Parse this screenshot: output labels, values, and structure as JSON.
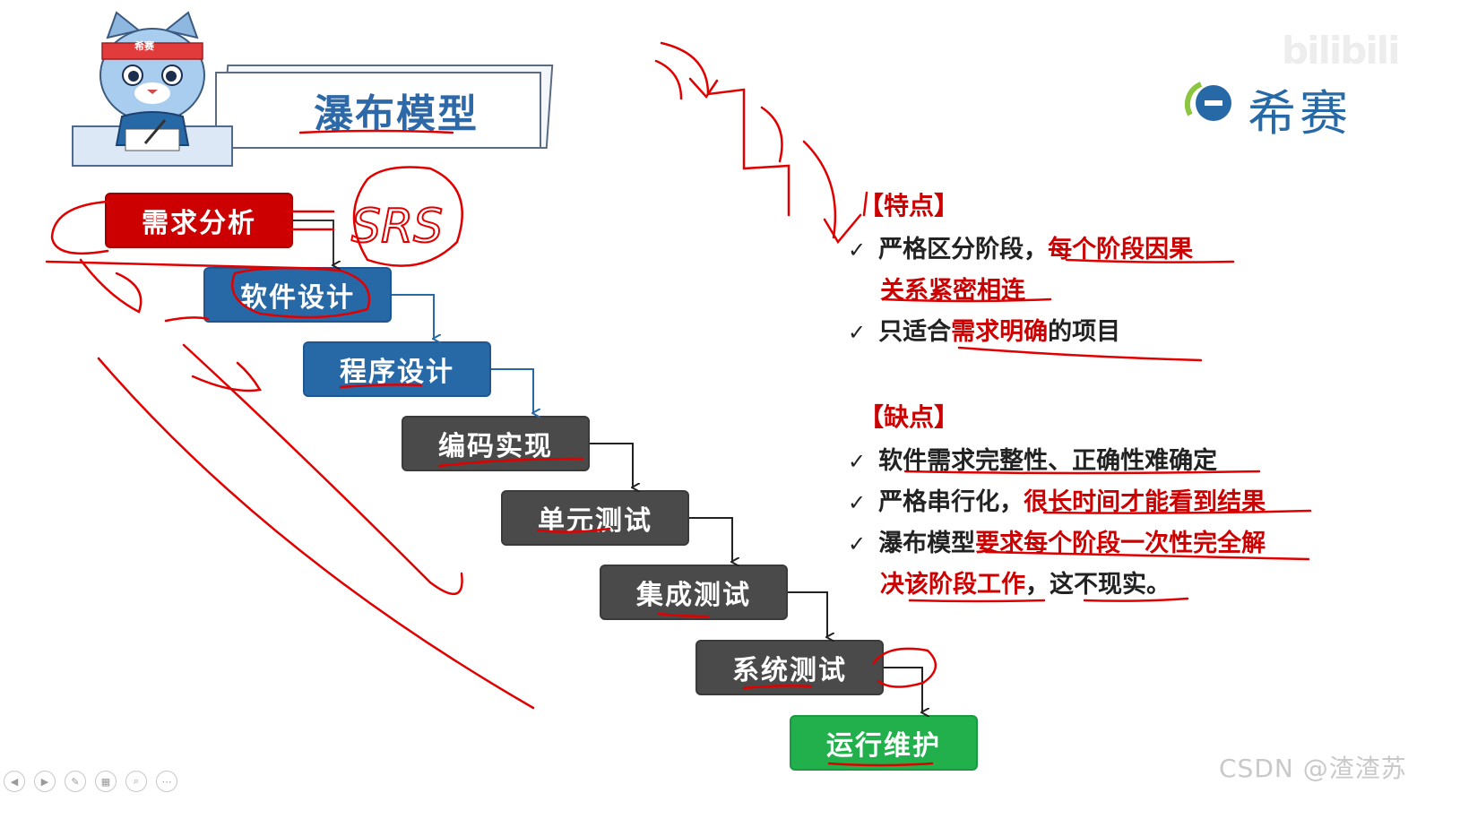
{
  "title": "瀑布模型",
  "mascot_badge": "希赛",
  "brand": {
    "name": "希赛",
    "logo_letter": "e",
    "color": "#2769a6"
  },
  "watermarks": {
    "top": "bilibili",
    "bottom": "CSDN @渣渣苏"
  },
  "annotation": "SRS",
  "steps": [
    {
      "label": "需求分析",
      "color": "#cc0000"
    },
    {
      "label": "软件设计",
      "color": "#2769a6"
    },
    {
      "label": "程序设计",
      "color": "#2769a6"
    },
    {
      "label": "编码实现",
      "color": "#4a4a4a"
    },
    {
      "label": "单元测试",
      "color": "#4a4a4a"
    },
    {
      "label": "集成测试",
      "color": "#4a4a4a"
    },
    {
      "label": "系统测试",
      "color": "#4a4a4a"
    },
    {
      "label": "运行维护",
      "color": "#21b04b"
    }
  ],
  "features": {
    "heading": "【特点】",
    "items": [
      {
        "plain": "严格区分阶段，",
        "highlight": "每个阶段因果",
        "rest": ""
      },
      {
        "plain": "",
        "highlight": "关系紧密相连",
        "rest": ""
      },
      {
        "plain": "只适合",
        "highlight": "需求明确",
        "rest": "的项目"
      }
    ]
  },
  "drawbacks": {
    "heading": "【缺点】",
    "items": [
      {
        "plain": "软件需求完整性、正确性难确定",
        "highlight": "",
        "rest": ""
      },
      {
        "plain": "严格串行化，",
        "highlight": "很长时间才能看到结果",
        "rest": ""
      },
      {
        "plain": "瀑布模型",
        "highlight": "要求每个阶段一次性完全解",
        "rest": ""
      },
      {
        "plain": "",
        "highlight": "决该阶段工作",
        "rest": "，这不现实。"
      }
    ]
  },
  "colors": {
    "accent_red": "#cc0000",
    "ink": "#e00000",
    "title_blue": "#2d69a8"
  }
}
